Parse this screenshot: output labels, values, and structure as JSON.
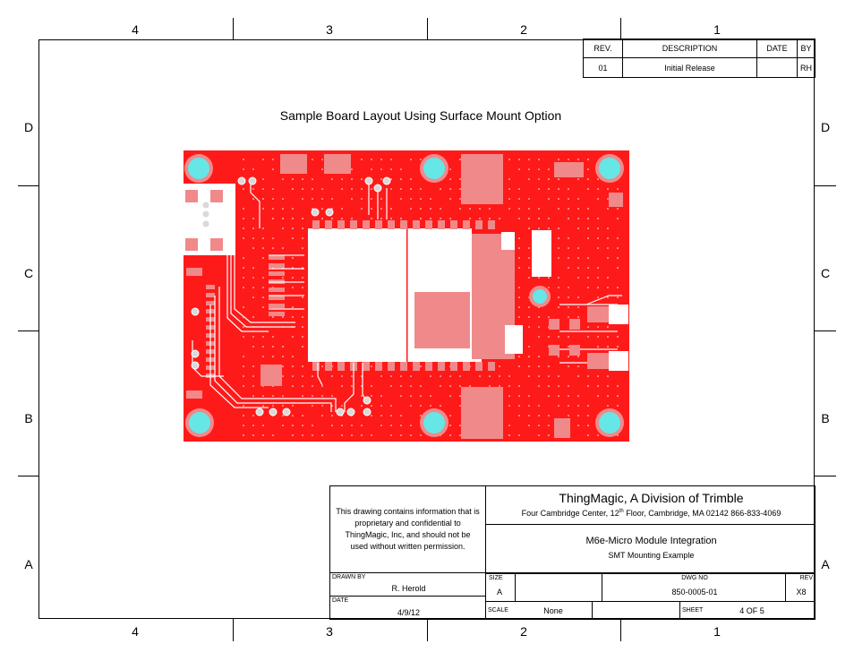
{
  "frame": {
    "column_labels": [
      "4",
      "3",
      "2",
      "1"
    ],
    "row_labels": [
      "D",
      "C",
      "B",
      "A"
    ]
  },
  "revision_block": {
    "headers": {
      "rev": "REV.",
      "description": "DESCRIPTION",
      "date": "DATE",
      "by": "BY"
    },
    "rows": [
      {
        "rev": "01",
        "description": "Initial Release",
        "date": "",
        "by": "RH"
      }
    ]
  },
  "drawing_title": "Sample Board Layout Using Surface Mount Option",
  "title_block": {
    "notice": "This drawing contains information that is proprietary and confidential to ThingMagic, Inc, and should not be used without written permission.",
    "company": "ThingMagic, A Division of Trimble",
    "address_pre": "Four Cambridge Center, 12",
    "address_sup": "th",
    "address_post": " Floor,  Cambridge, MA 02142   866-833-4069",
    "project_title": "M6e-Micro Module Integration",
    "project_subtitle": "SMT Mounting Example",
    "drawn_by_label": "DRAWN BY",
    "drawn_by": "R. Herold",
    "date_label": "DATE",
    "date": "4/9/12",
    "size_label": "SIZE",
    "size": "A",
    "dwg_no_label": "DWG NO",
    "dwg_no": "850-0005-01",
    "rev_label": "REV",
    "rev": "X8",
    "scale_label": "SCALE",
    "scale": "None",
    "sheet_label": "SHEET",
    "sheet": "4 OF 5"
  },
  "colors": {
    "board": "#ff1a1a",
    "pad": "#f08a8a",
    "mount_hole": "#66e6e6",
    "trace": "#ffffff"
  }
}
